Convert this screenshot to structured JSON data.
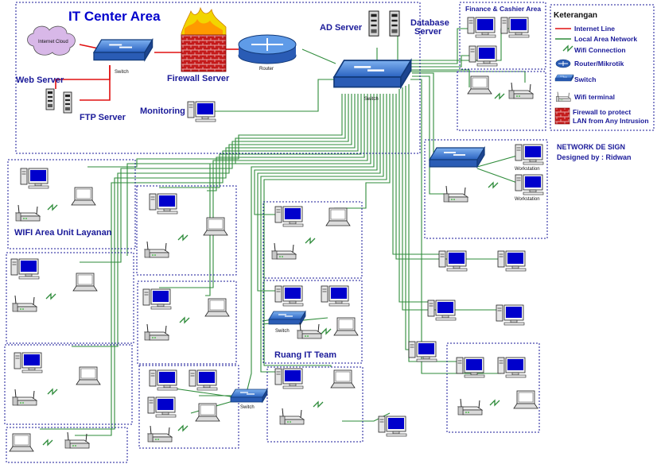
{
  "diagram": {
    "title": "IT Center Area",
    "servers": {
      "web": "Web Server",
      "ftp": "FTP Server",
      "firewall": "Firewall Server",
      "ad": "AD Server",
      "database_line1": "Database",
      "database_line2": "Server",
      "monitoring": "Monitoring"
    },
    "internet_cloud": "Internet Cloud",
    "small_labels": {
      "switch": "Switch",
      "router": "Router",
      "workstation": "Workstation"
    },
    "areas": {
      "finance": "Finance & Cashier Area",
      "wifi_unit": "WIFI Area Unit Layanan",
      "ruang_it": "Ruang IT Team"
    },
    "legend": {
      "title": "Keterangan",
      "items": [
        {
          "label": "Internet Line",
          "icon": "red-line"
        },
        {
          "label": "Local Area Network",
          "icon": "green-line"
        },
        {
          "label": "Wifi Connection",
          "icon": "wifi-zigzag"
        },
        {
          "label": "Router/Mikrotik",
          "icon": "router-icon"
        },
        {
          "label": "Switch",
          "icon": "switch-icon"
        },
        {
          "label": "Wifi terminal",
          "icon": "access-point-icon"
        },
        {
          "label": "Firewall to protect",
          "label2": "LAN from Any Intrusion",
          "icon": "firewall-icon"
        }
      ]
    },
    "credit_line1": "NETWORK DE SIGN",
    "credit_line2": "Designed by : Ridwan",
    "colors": {
      "internet_line": "#e01010",
      "lan_line": "#2e8b3a",
      "box_border": "#1a1a99",
      "text": "#1a1a99",
      "switch": "#3a7ad5",
      "monitor": "#0000cc"
    }
  }
}
